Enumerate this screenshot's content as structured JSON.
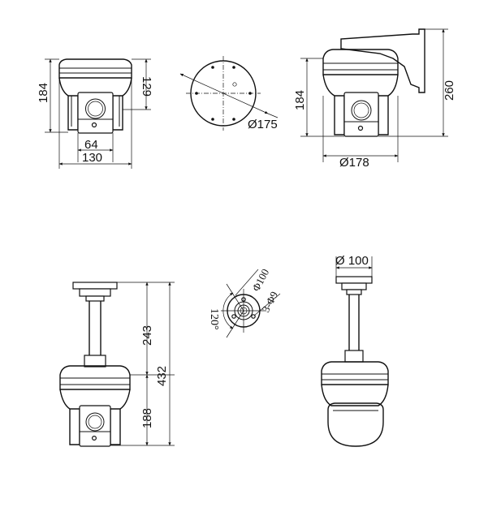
{
  "views": {
    "front": {
      "height": "184",
      "head_height": "129",
      "mount_width": "64",
      "body_width": "130"
    },
    "mount_plate": {
      "diameter": "Ø175"
    },
    "wall_mount": {
      "height": "184",
      "total_height": "260",
      "diameter": "Ø178"
    },
    "ceiling_mount": {
      "pipe_length": "243",
      "total_length": "432",
      "head_height": "188"
    },
    "flange": {
      "diameter": "Φ100",
      "holes": "3-Φ9",
      "angle": "120°"
    },
    "dome": {
      "diameter": "Ø 100"
    }
  },
  "colors": {
    "line": "#111111",
    "body_gray": "#bdbdbd",
    "dark": "#2a2a2a"
  }
}
